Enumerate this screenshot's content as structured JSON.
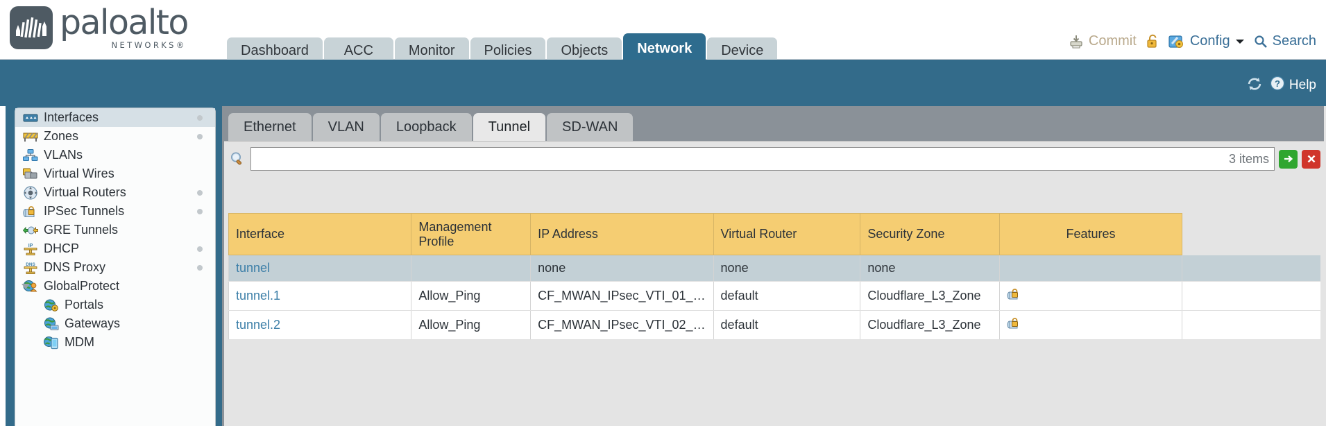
{
  "brand": {
    "name": "paloalto",
    "tagline": "NETWORKS",
    "registered": "®"
  },
  "main_tabs": [
    {
      "label": "Dashboard",
      "active": false
    },
    {
      "label": "ACC",
      "active": false
    },
    {
      "label": "Monitor",
      "active": false
    },
    {
      "label": "Policies",
      "active": false
    },
    {
      "label": "Objects",
      "active": false
    },
    {
      "label": "Network",
      "active": true
    },
    {
      "label": "Device",
      "active": false
    }
  ],
  "top_actions": {
    "commit": "Commit",
    "config": "Config",
    "search": "Search"
  },
  "blueband": {
    "help": "Help"
  },
  "sidebar": {
    "items": [
      {
        "label": "Interfaces",
        "icon": "interfaces-icon",
        "selected": true,
        "dot": true,
        "child": false,
        "expander": false
      },
      {
        "label": "Zones",
        "icon": "zones-icon",
        "selected": false,
        "dot": true,
        "child": false,
        "expander": false
      },
      {
        "label": "VLANs",
        "icon": "vlans-icon",
        "selected": false,
        "dot": false,
        "child": false,
        "expander": false
      },
      {
        "label": "Virtual Wires",
        "icon": "virtual-wires-icon",
        "selected": false,
        "dot": false,
        "child": false,
        "expander": false
      },
      {
        "label": "Virtual Routers",
        "icon": "virtual-routers-icon",
        "selected": false,
        "dot": true,
        "child": false,
        "expander": false
      },
      {
        "label": "IPSec Tunnels",
        "icon": "ipsec-tunnels-icon",
        "selected": false,
        "dot": true,
        "child": false,
        "expander": false
      },
      {
        "label": "GRE Tunnels",
        "icon": "gre-tunnels-icon",
        "selected": false,
        "dot": false,
        "child": false,
        "expander": false
      },
      {
        "label": "DHCP",
        "icon": "dhcp-icon",
        "selected": false,
        "dot": true,
        "child": false,
        "expander": false
      },
      {
        "label": "DNS Proxy",
        "icon": "dns-proxy-icon",
        "selected": false,
        "dot": true,
        "child": false,
        "expander": false
      },
      {
        "label": "GlobalProtect",
        "icon": "globalprotect-icon",
        "selected": false,
        "dot": false,
        "child": false,
        "expander": true
      },
      {
        "label": "Portals",
        "icon": "portals-icon",
        "selected": false,
        "dot": false,
        "child": true,
        "expander": false
      },
      {
        "label": "Gateways",
        "icon": "gateways-icon",
        "selected": false,
        "dot": false,
        "child": true,
        "expander": false
      },
      {
        "label": "MDM",
        "icon": "mdm-icon",
        "selected": false,
        "dot": false,
        "child": true,
        "expander": false
      }
    ]
  },
  "subtabs": [
    {
      "label": "Ethernet",
      "active": false
    },
    {
      "label": "VLAN",
      "active": false
    },
    {
      "label": "Loopback",
      "active": false
    },
    {
      "label": "Tunnel",
      "active": true
    },
    {
      "label": "SD-WAN",
      "active": false
    }
  ],
  "search": {
    "value": "",
    "placeholder": "",
    "items_count": "3 items"
  },
  "table": {
    "columns": [
      "Interface",
      "Management Profile",
      "IP Address",
      "Virtual Router",
      "Security Zone",
      "Features"
    ],
    "rows": [
      {
        "interface": "tunnel",
        "management_profile": "",
        "ip_address": "none",
        "virtual_router": "none",
        "security_zone": "none",
        "features": "",
        "selected": true
      },
      {
        "interface": "tunnel.1",
        "management_profile": "Allow_Ping",
        "ip_address": "CF_MWAN_IPsec_VTI_01_…",
        "virtual_router": "default",
        "security_zone": "Cloudflare_L3_Zone",
        "features": "lock-icon",
        "selected": false
      },
      {
        "interface": "tunnel.2",
        "management_profile": "Allow_Ping",
        "ip_address": "CF_MWAN_IPsec_VTI_02_…",
        "virtual_router": "default",
        "security_zone": "Cloudflare_L3_Zone",
        "features": "lock-icon",
        "selected": false
      }
    ]
  },
  "colors": {
    "brand_blue": "#336b8a",
    "active_tab": "#2e6c8e",
    "header_yellow": "#f5cd72",
    "row_selected": "#c3d0d6",
    "link_blue": "#3d7fa8",
    "go_green": "#2fa62f",
    "clear_red": "#d0352b"
  }
}
